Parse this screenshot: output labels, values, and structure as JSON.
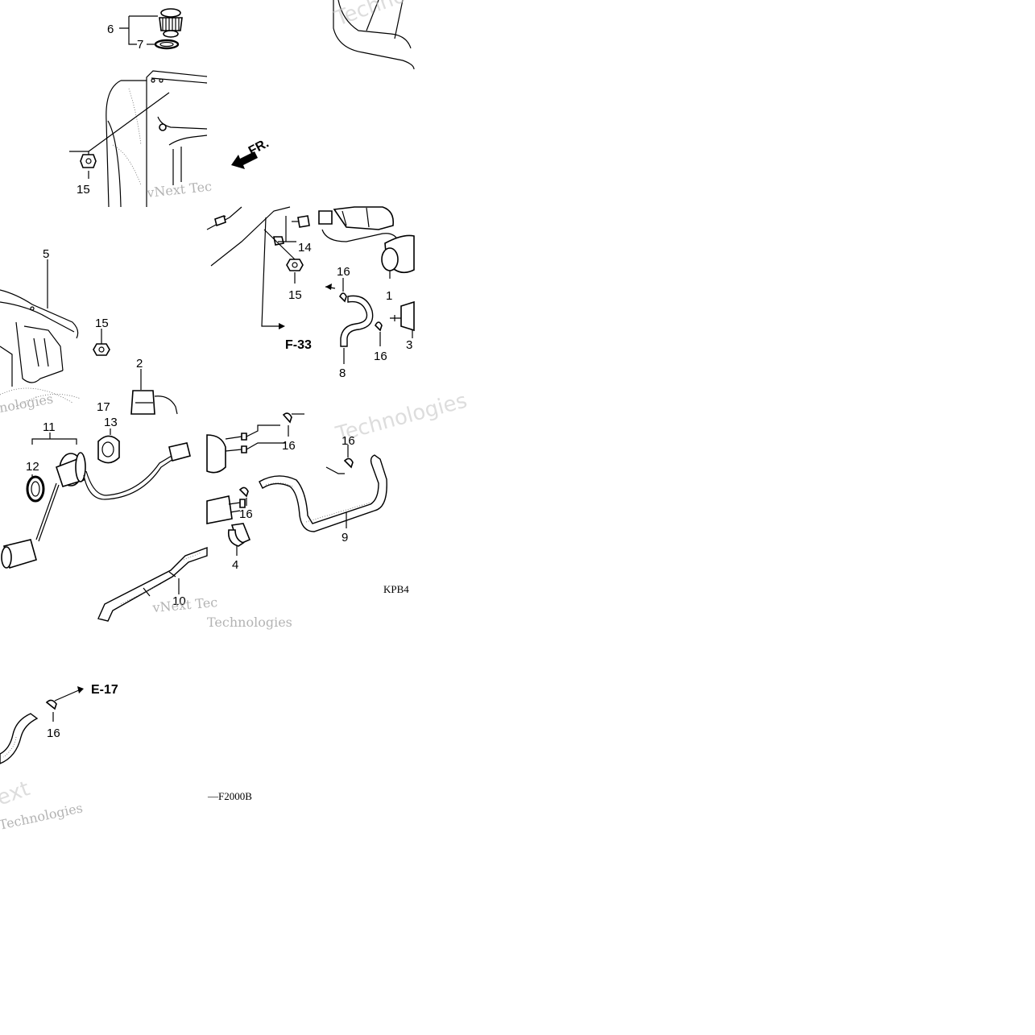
{
  "callouts": {
    "p6": "6",
    "p7": "7",
    "p15a": "15",
    "p5": "5",
    "p15b": "15",
    "p2": "2",
    "p17": "17",
    "p14": "14",
    "p15c": "15",
    "p16a": "16",
    "p1": "1",
    "p16b": "16",
    "p3": "3",
    "p8": "8",
    "p11": "11",
    "p13": "13",
    "p12": "12",
    "p16c": "16",
    "p16d": "16",
    "p16e": "16",
    "p9": "9",
    "p4": "4",
    "p10": "10",
    "p16f": "16"
  },
  "references": {
    "fr": "FR.",
    "f33": "F-33",
    "e17": "E-17",
    "kpb4": "KPB4",
    "figure_code": "—F2000B"
  },
  "watermarks": {
    "w1": "vNext Tec",
    "w2": "Techno",
    "w3": "Technologies",
    "w4": "vNext Tec",
    "w5": "nologies",
    "w6": "Technologies",
    "w7": "ext"
  }
}
